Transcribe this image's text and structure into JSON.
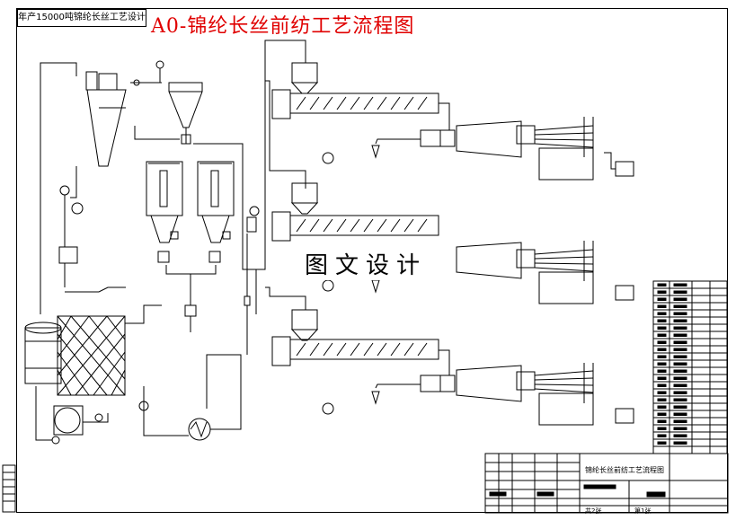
{
  "drawing": {
    "subtitle": "年产15000吨锦纶长丝工艺设计",
    "title": "A0-锦纶长丝前纺工艺流程图",
    "watermark": "图文设计"
  },
  "title_block": {
    "name": "锦纶长丝前纺工艺流程图",
    "sheet_count": "共2张",
    "sheet_number": "第1张"
  },
  "colors": {
    "title": "#e00000",
    "lines": "#000000",
    "background": "#ffffff"
  }
}
